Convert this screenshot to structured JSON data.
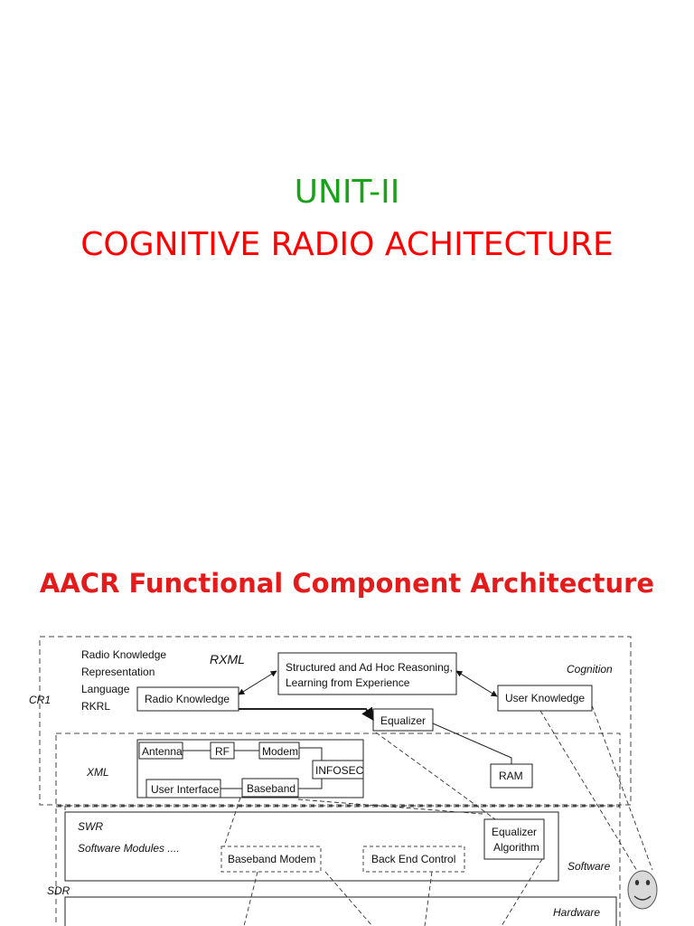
{
  "slide": {
    "unit": "UNIT-II",
    "title": "COGNITIVE RADIO ACHITECTURE",
    "subtitle": "AACR Functional Component Architecture",
    "colors": {
      "unit": "#1aa31a",
      "title": "#ff0000",
      "subtitle": "#e31b1b"
    }
  },
  "diagram": {
    "rkrl_lines": [
      "Radio Knowledge",
      "Representation",
      "Language",
      "RKRL"
    ],
    "rxml": "RXML",
    "reasoning_lines": [
      "Structured and Ad Hoc Reasoning,",
      "Learning from Experience"
    ],
    "cognition": "Cognition",
    "cr1": "CR1",
    "radio_knowledge": "Radio Knowledge",
    "user_knowledge": "User Knowledge",
    "equalizer": "Equalizer",
    "xml": "XML",
    "antenna": "Antenna",
    "rf": "RF",
    "modem": "Modem",
    "infosec": "INFOSEC",
    "user_interface": "User Interface",
    "baseband": "Baseband",
    "ram": "RAM",
    "swr": "SWR",
    "software_modules": "Software Modules ....",
    "equalizer_algorithm_lines": [
      "Equalizer",
      "Algorithm"
    ],
    "baseband_modem": "Baseband Modem",
    "back_end_control": "Back End Control",
    "software": "Software",
    "sdr": "SDR",
    "hardware": "Hardware",
    "smiley_icon": "smiley-face-icon"
  }
}
